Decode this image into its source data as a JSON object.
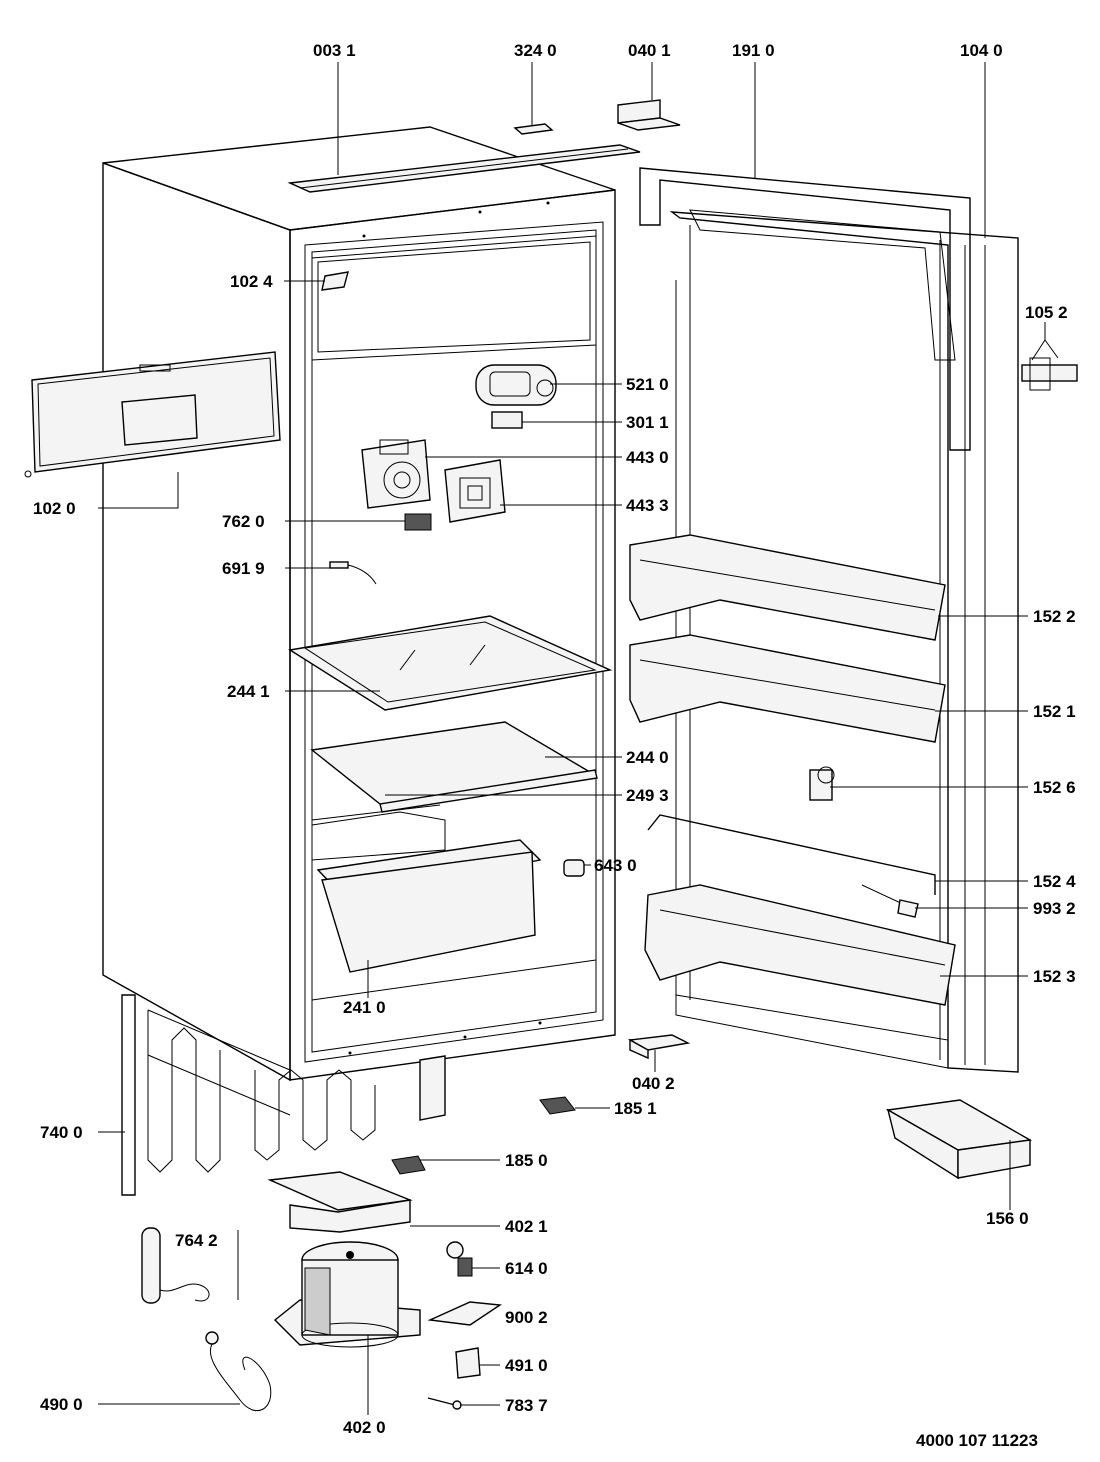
{
  "diagram": {
    "document_number": "4000 107 11223",
    "parts": [
      {
        "id": "p0031",
        "label": "003 1"
      },
      {
        "id": "p3240",
        "label": "324 0"
      },
      {
        "id": "p0401",
        "label": "040 1"
      },
      {
        "id": "p1910",
        "label": "191 0"
      },
      {
        "id": "p1040",
        "label": "104 0"
      },
      {
        "id": "p1024",
        "label": "102 4"
      },
      {
        "id": "p1052",
        "label": "105 2"
      },
      {
        "id": "p5210",
        "label": "521 0"
      },
      {
        "id": "p3011",
        "label": "301 1"
      },
      {
        "id": "p4430",
        "label": "443 0"
      },
      {
        "id": "p1020",
        "label": "102 0"
      },
      {
        "id": "p4433",
        "label": "443 3"
      },
      {
        "id": "p7620",
        "label": "762 0"
      },
      {
        "id": "p6919",
        "label": "691 9"
      },
      {
        "id": "p1522",
        "label": "152 2"
      },
      {
        "id": "p2441",
        "label": "244 1"
      },
      {
        "id": "p1521",
        "label": "152 1"
      },
      {
        "id": "p2440",
        "label": "244 0"
      },
      {
        "id": "p2493",
        "label": "249 3"
      },
      {
        "id": "p1526",
        "label": "152 6"
      },
      {
        "id": "p6430",
        "label": "643 0"
      },
      {
        "id": "p1524",
        "label": "152 4"
      },
      {
        "id": "p9932",
        "label": "993 2"
      },
      {
        "id": "p1523",
        "label": "152 3"
      },
      {
        "id": "p2410",
        "label": "241 0"
      },
      {
        "id": "p0402",
        "label": "040 2"
      },
      {
        "id": "p1851",
        "label": "185 1"
      },
      {
        "id": "p7400",
        "label": "740 0"
      },
      {
        "id": "p1850",
        "label": "185 0"
      },
      {
        "id": "p1560",
        "label": "156 0"
      },
      {
        "id": "p4021",
        "label": "402 1"
      },
      {
        "id": "p7642",
        "label": "764 2"
      },
      {
        "id": "p6140",
        "label": "614 0"
      },
      {
        "id": "p9002",
        "label": "900 2"
      },
      {
        "id": "p4910",
        "label": "491 0"
      },
      {
        "id": "p4900",
        "label": "490 0"
      },
      {
        "id": "p7837",
        "label": "783 7"
      },
      {
        "id": "p4020",
        "label": "402 0"
      }
    ]
  }
}
